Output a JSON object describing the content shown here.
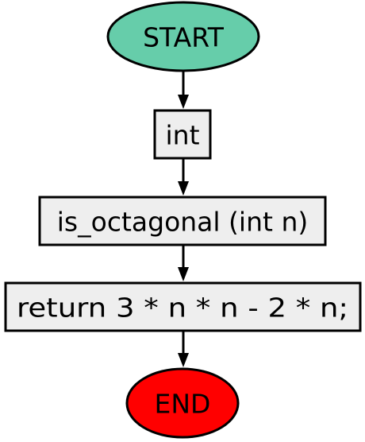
{
  "nodes": {
    "start": {
      "label": "START",
      "color": "#66cdaa"
    },
    "type_decl": {
      "label": "int",
      "color": "#eeeeee"
    },
    "func_decl": {
      "label": "is_octagonal (int n)",
      "color": "#eeeeee"
    },
    "return_stmt": {
      "label": "return 3 * n * n - 2 * n;",
      "color": "#eeeeee"
    },
    "end": {
      "label": "END",
      "color": "#ff0000"
    }
  },
  "edges": [
    {
      "from": "START",
      "to": "int"
    },
    {
      "from": "int",
      "to": "is_octagonal (int n)"
    },
    {
      "from": "is_octagonal (int n)",
      "to": "return 3 * n * n - 2 * n;"
    },
    {
      "from": "return 3 * n * n - 2 * n;",
      "to": "END"
    }
  ]
}
